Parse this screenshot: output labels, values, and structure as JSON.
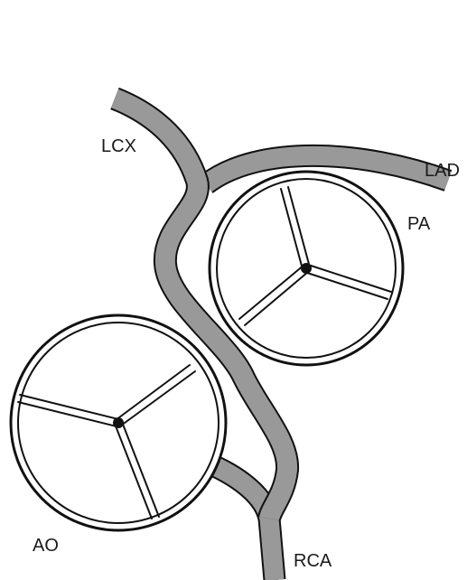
{
  "labels": {
    "lcx": "LCX",
    "lad": "LAD",
    "pa": "PA",
    "ao": "AO",
    "rca": "RCA"
  },
  "colors": {
    "vessel": "#999999",
    "outline": "#111111",
    "background": "#ffffff"
  }
}
